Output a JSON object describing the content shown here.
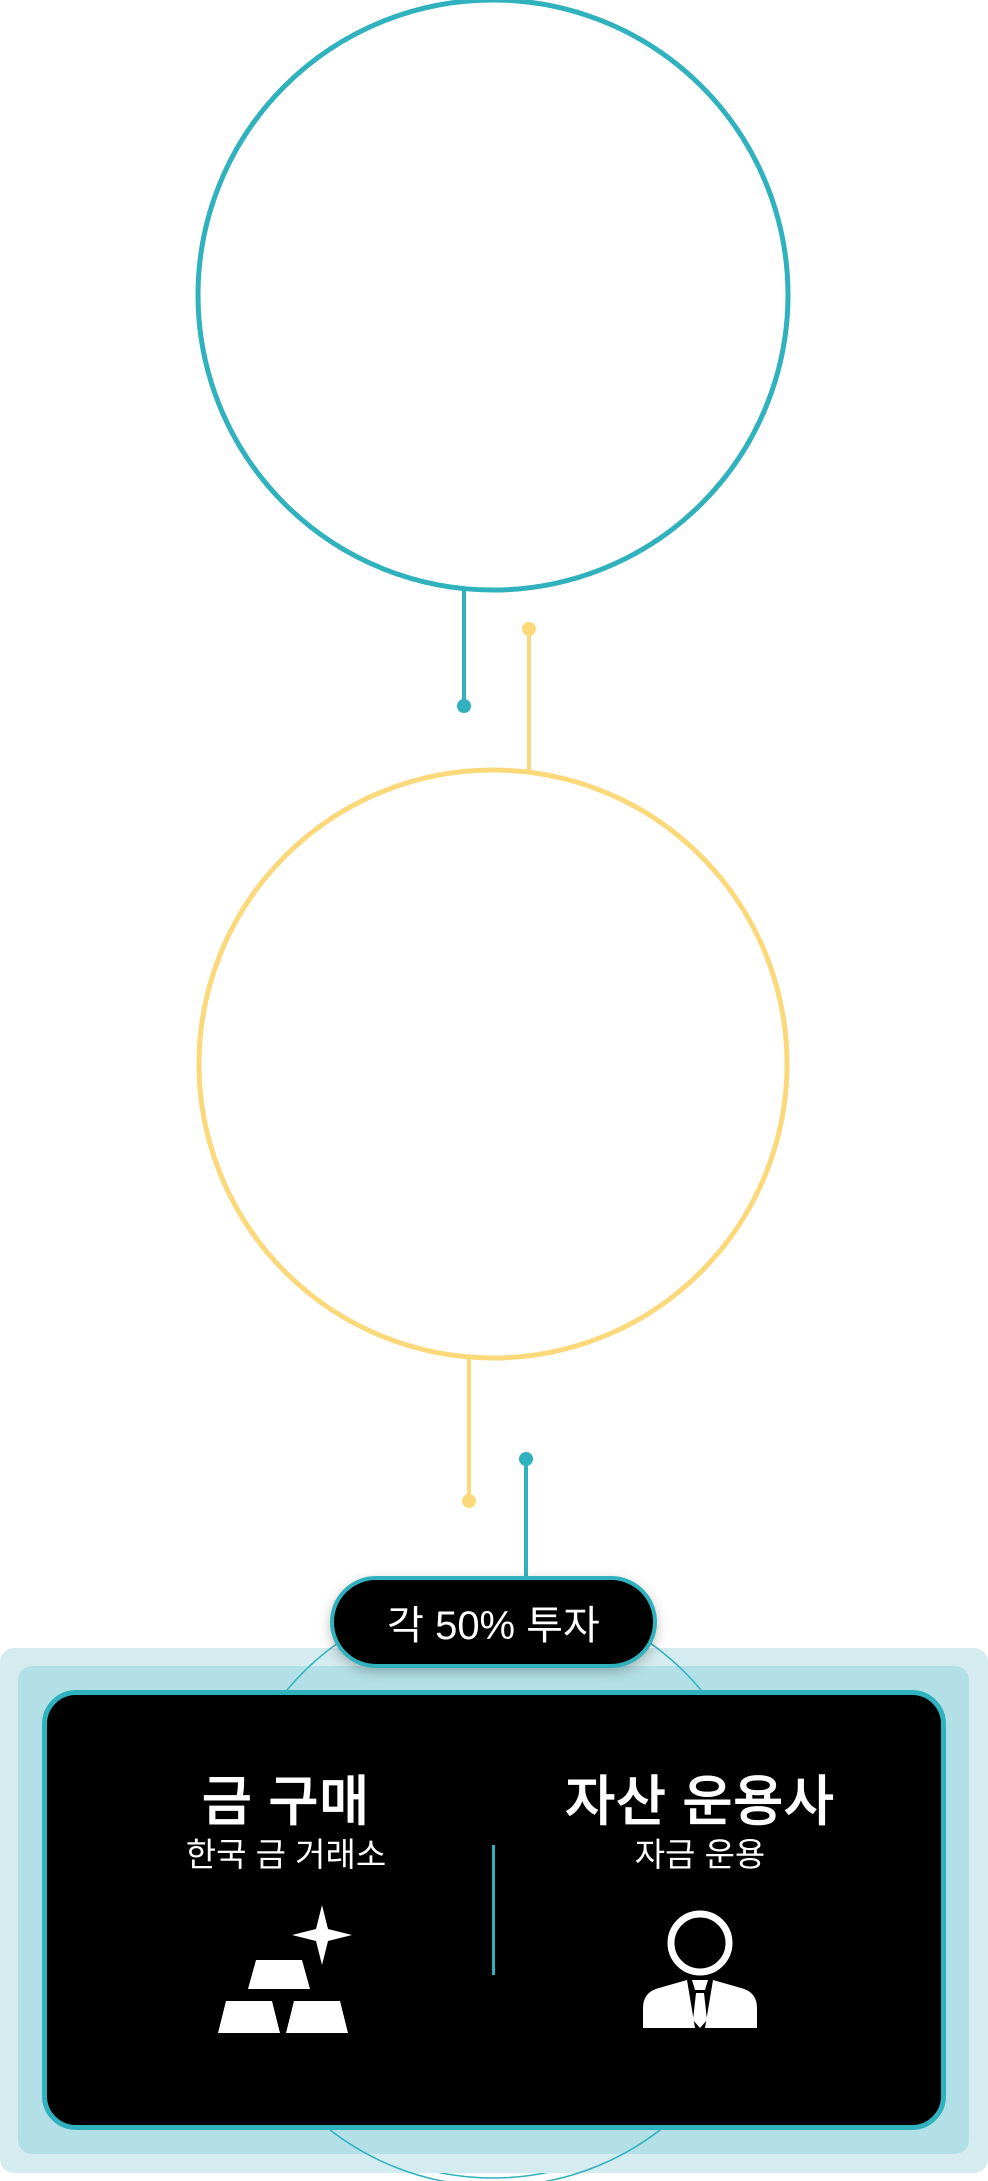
{
  "colors": {
    "teal": "#30b1be",
    "yellow": "#fbd97b",
    "panel_outer": "#d4ecef",
    "panel_inner": "#b3e0e6",
    "card": "#000000",
    "text": "#ffffff"
  },
  "badge": {
    "label": "각 50% 투자"
  },
  "left": {
    "title": "금 구매",
    "subtitle": "한국 금 거래소",
    "icon": "gold-bars-icon"
  },
  "right": {
    "title": "자산 운용사",
    "subtitle": "자금 운용",
    "icon": "businessman-icon"
  }
}
